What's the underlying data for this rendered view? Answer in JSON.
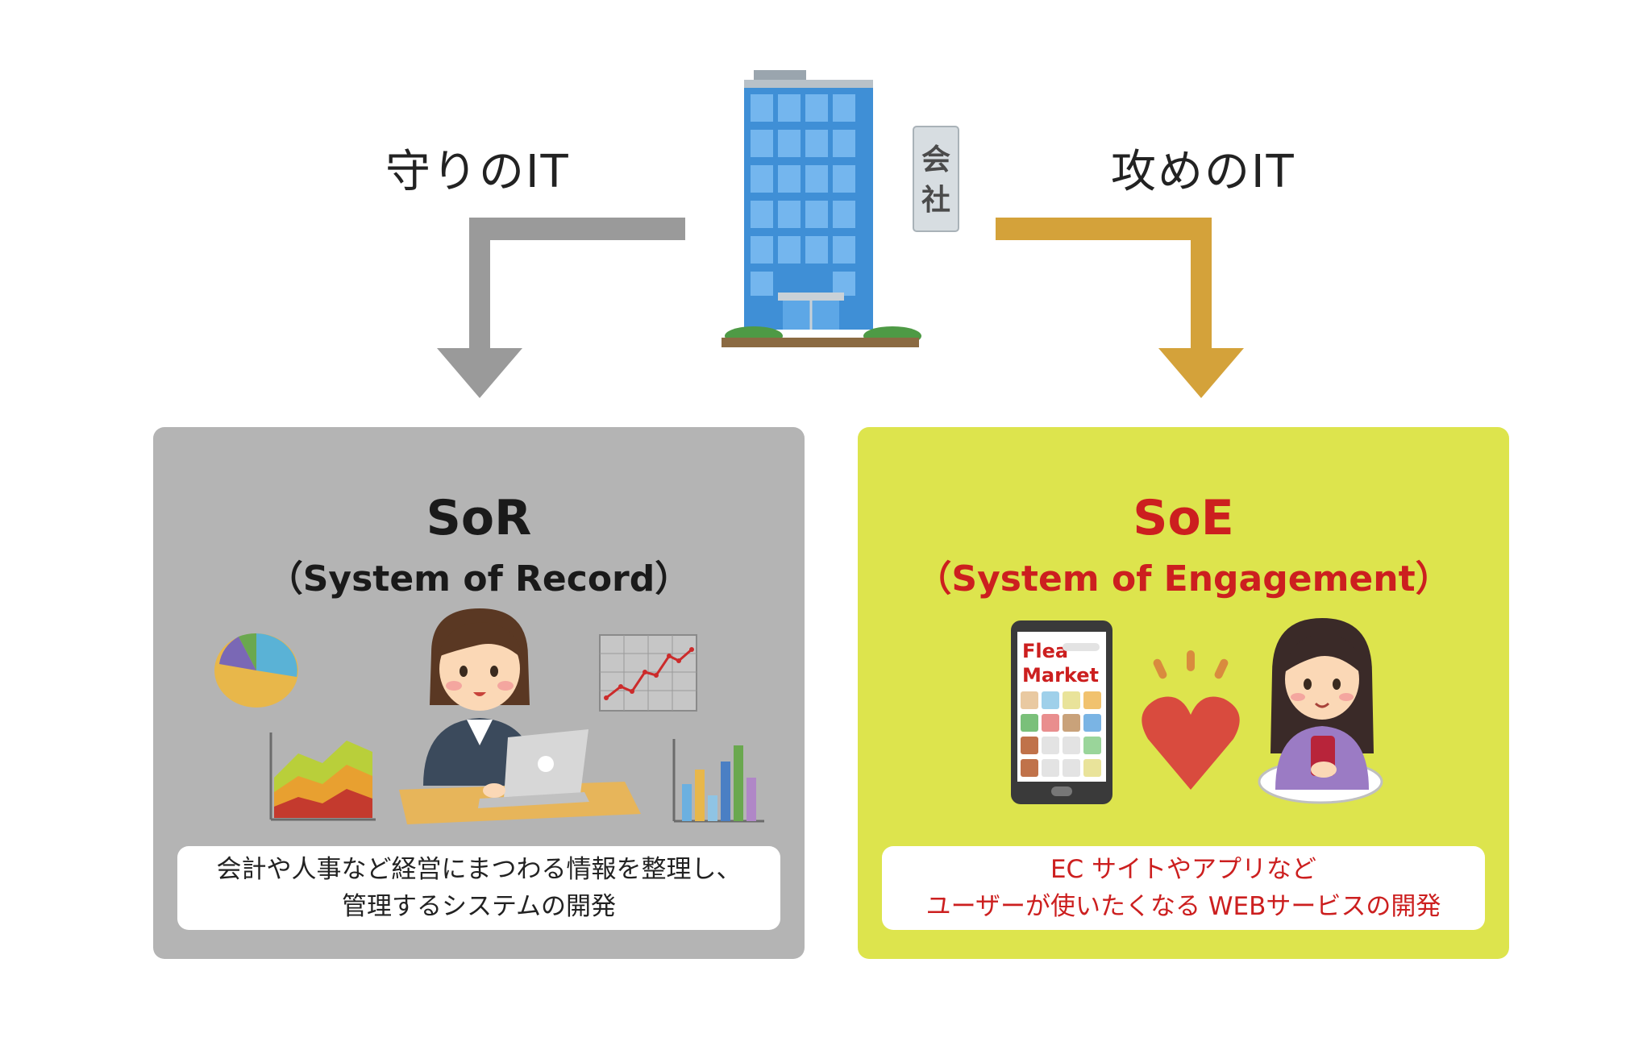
{
  "top": {
    "left_label": "守りのIT",
    "right_label": "攻めのIT",
    "company_sign": [
      "会",
      "社"
    ]
  },
  "sor": {
    "title": "SoR",
    "subtitle": "（System of Record）",
    "caption_line1": "会計や人事など経営にまつわる情報を整理し、",
    "caption_line2": "管理するシステムの開発"
  },
  "soe": {
    "title": "SoE",
    "subtitle": "（System of Engagement）",
    "caption_line1": "EC サイトやアプリなど",
    "caption_line2": "ユーザーが使いたくなる WEBサービスの開発",
    "phone_text_1": "Flea",
    "phone_text_2": "Market"
  },
  "colors": {
    "sor_panel": "#b4b4b4",
    "soe_panel": "#dde44d",
    "sor_arrow": "#9a9a9a",
    "soe_arrow": "#d4a23a",
    "soe_text": "#cc1f1f",
    "building": "#3f8fd6"
  }
}
